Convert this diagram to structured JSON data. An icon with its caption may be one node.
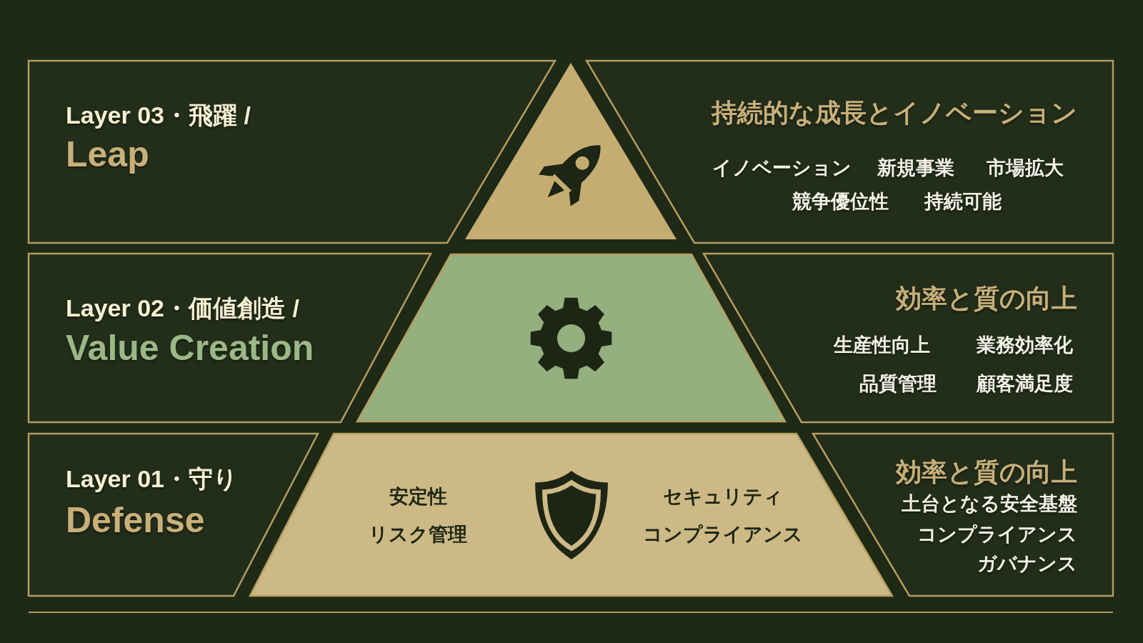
{
  "diagram": {
    "nodes": [
      {
        "text": [
          "Layer 03・飛躍 /",
          "Leap"
        ]
      },
      {
        "text": [],
        "shape": "triangle"
      },
      {
        "text": [
          "持続的な成長とイノベーション",
          "イノベーション",
          "新規事業",
          "市場拡大",
          "競争優位性",
          "持続可能"
        ]
      },
      {
        "text": [
          "Layer 02・価値創造 /",
          "Value Creation"
        ]
      },
      {
        "text": [],
        "shape": "trapezoid"
      },
      {
        "text": [
          "効率と質の向上",
          "生産性向上",
          "業務効率化",
          "品質管理",
          "顧客満足度"
        ]
      },
      {
        "text": [
          "Layer 01・守り",
          "Defense"
        ]
      },
      {
        "text": [
          "安定性",
          "リスク管理",
          "セキュリティ",
          "コンプライアンス"
        ]
      },
      {
        "text": [
          "効率と質の向上",
          "土台となる安全基盤",
          "コンプライアンス",
          "ガバナンス"
        ]
      }
    ]
  }
}
